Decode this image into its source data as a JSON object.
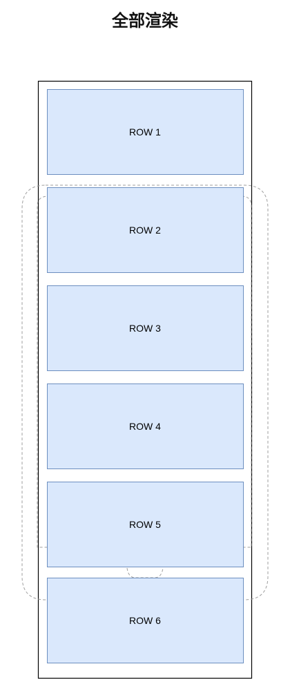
{
  "title": "全部渲染",
  "rows": [
    {
      "label": "ROW 1"
    },
    {
      "label": "ROW 2"
    },
    {
      "label": "ROW 3"
    },
    {
      "label": "ROW 4"
    },
    {
      "label": "ROW 5"
    },
    {
      "label": "ROW 6"
    }
  ],
  "colors": {
    "row_fill": "#dae8fc",
    "row_stroke": "#6c8ebf",
    "container_stroke": "#000000",
    "dashed_stroke": "#9e9e9e",
    "text": "#000000"
  }
}
